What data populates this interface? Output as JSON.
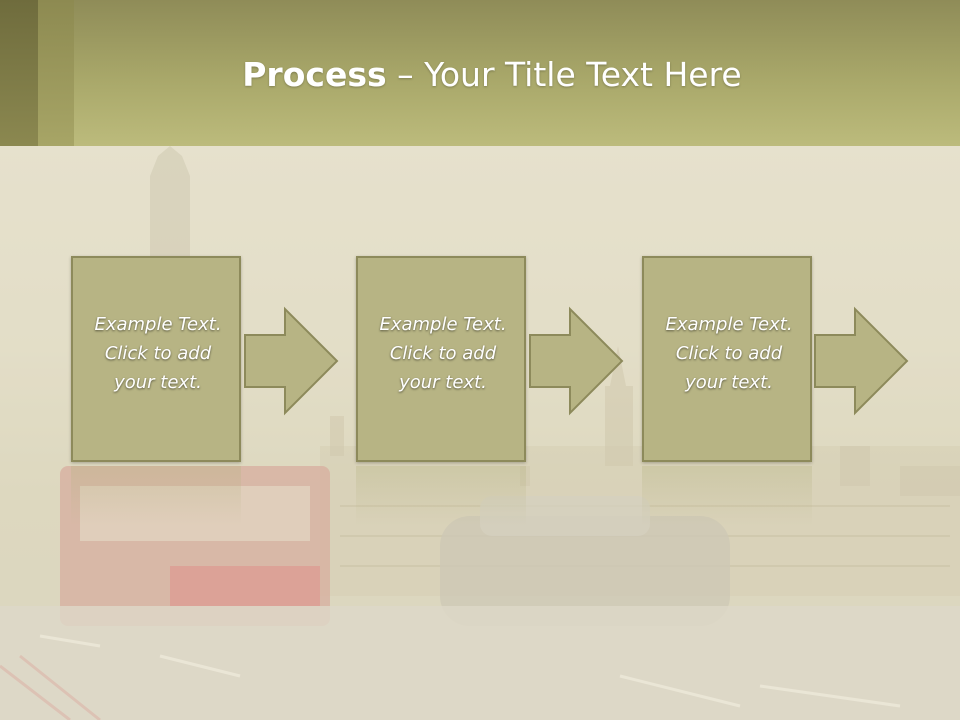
{
  "header": {
    "title_bold": "Process",
    "title_rest": " – Your Title Text Here"
  },
  "steps": [
    {
      "text": "Example Text.\nClick  to add\nyour text."
    },
    {
      "text": "Example Text.\nClick  to add\nyour text."
    },
    {
      "text": "Example Text.\nClick  to add\nyour text."
    }
  ],
  "colors": {
    "header": "#a9a86a",
    "box_fill": "#b7b484",
    "box_border": "#8d8a5b",
    "text": "#ffffff"
  }
}
